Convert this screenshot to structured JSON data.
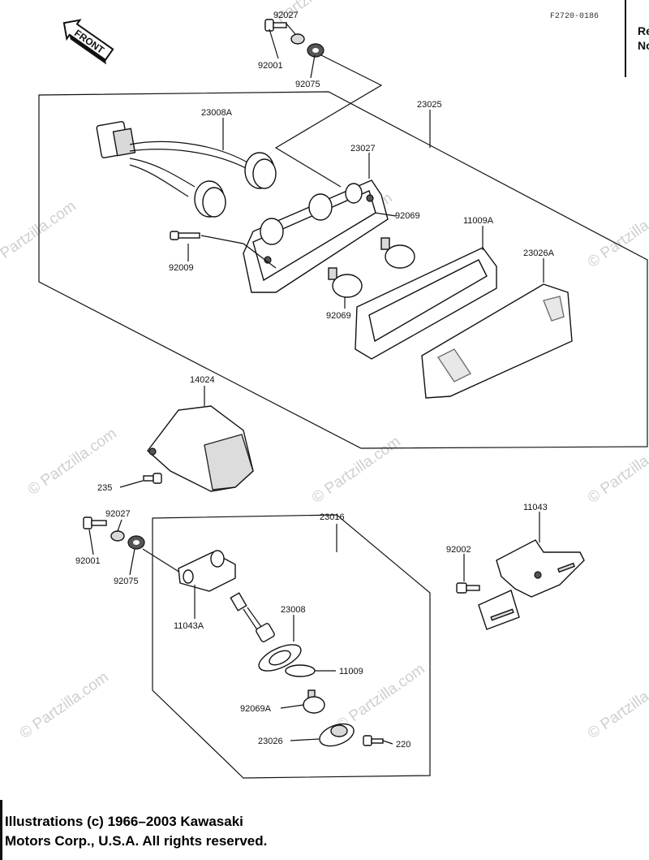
{
  "ref_code": "F2720-0186",
  "corner_text": [
    "Re",
    "No"
  ],
  "front_label": "FRONT",
  "watermark": "© Partzilla.com",
  "labels": {
    "p92027_top": "92027",
    "p92001_top": "92001",
    "p92075_top": "92075",
    "p23008A": "23008A",
    "p23025": "23025",
    "p23027": "23027",
    "p92069_a": "92069",
    "p11009A": "11009A",
    "p23026A": "23026A",
    "p92009": "92009",
    "p92069_b": "92069",
    "p14024": "14024",
    "p235": "235",
    "p92027_bot": "92027",
    "p23016": "23016",
    "p11043": "11043",
    "p92001_bot": "92001",
    "p92075_bot": "92075",
    "p92002": "92002",
    "p11043A": "11043A",
    "p23008": "23008",
    "p11009": "11009",
    "p92069A": "92069A",
    "p23026": "23026",
    "p220": "220"
  },
  "copyright": [
    "Illustrations (c) 1966–2003 Kawasaki",
    "Motors Corp., U.S.A.  All rights reserved."
  ]
}
